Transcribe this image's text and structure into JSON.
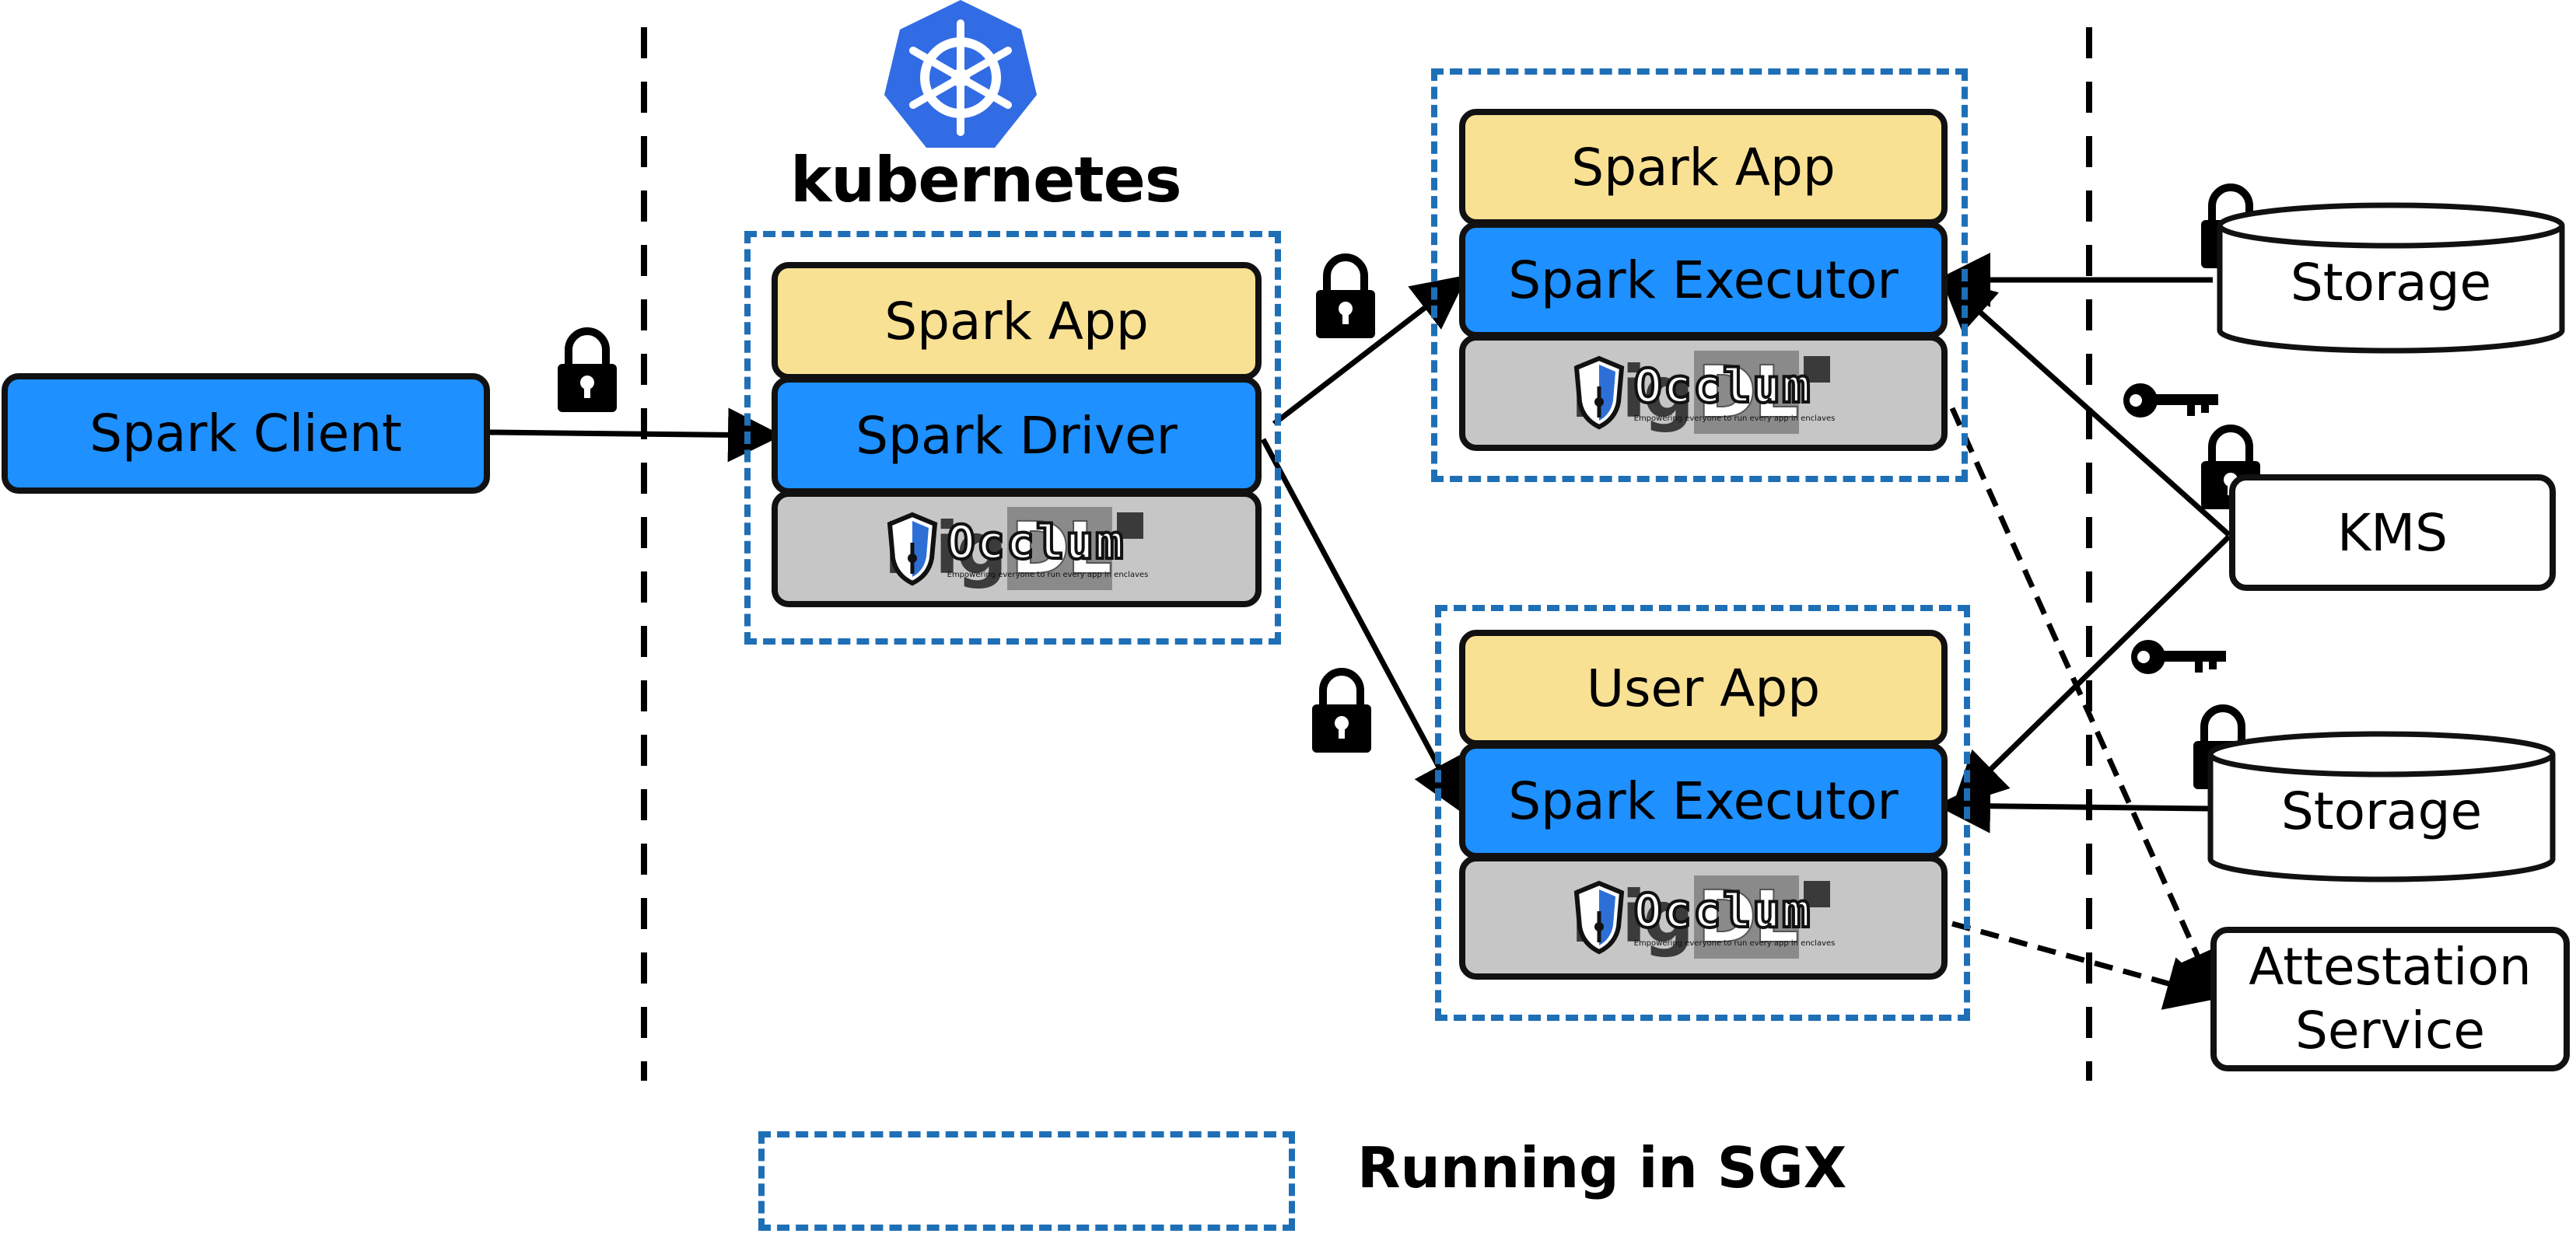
{
  "kubernetes": {
    "label": "kubernetes"
  },
  "nodes": {
    "spark_client": "Spark Client",
    "driver_app": "Spark App",
    "spark_driver": "Spark Driver",
    "executor1_app": "Spark App",
    "executor1": "Spark Executor",
    "executor2_app": "User App",
    "executor2": "Spark Executor",
    "storage1": "Storage",
    "storage2": "Storage",
    "kms": "KMS",
    "attestation_line1": "Attestation",
    "attestation_line2": "Service"
  },
  "logos": {
    "bigdl_big": "Big",
    "bigdl_dl": "DL",
    "occlum": "Occlum",
    "occlum_tagline": "Empowering everyone to run every app in enclaves"
  },
  "legend": {
    "label": "Running in SGX"
  },
  "colors": {
    "spark_blue": "#1e90ff",
    "app_yellow": "#f9e193",
    "sgx_border": "#1f6fb6",
    "kubernetes_blue": "#326ce5",
    "logo_gray": "#c6c6c6"
  },
  "icons": [
    "lock-icon",
    "key-icon",
    "kubernetes-helm-icon",
    "occlum-shield-icon"
  ]
}
